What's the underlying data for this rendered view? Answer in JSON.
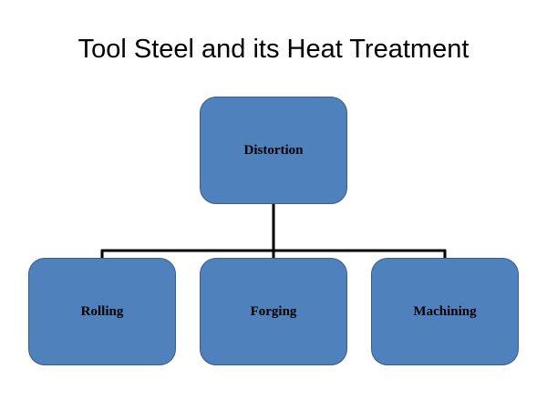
{
  "title": "Tool Steel and its Heat Treatment",
  "diagram": {
    "root": "Distortion",
    "children": [
      "Rolling",
      "Forging",
      "Machining"
    ]
  },
  "colors": {
    "node_fill": "#4f81bd",
    "node_border": "#385d8a",
    "connector": "#000000"
  }
}
